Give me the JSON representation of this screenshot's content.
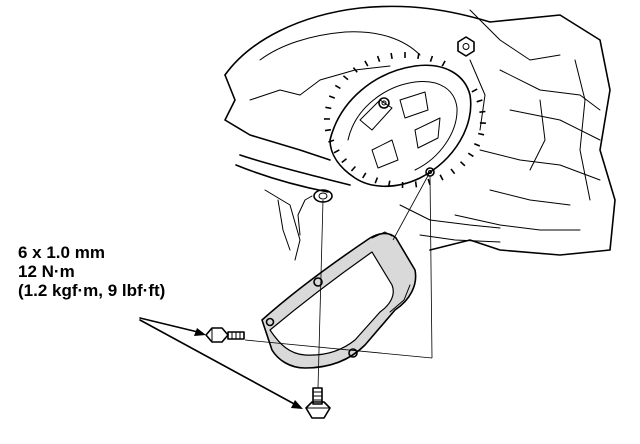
{
  "spec": {
    "size": "6 x 1.0 mm",
    "torque_nm": "12 N·m",
    "torque_alt": "(1.2 kgf·m, 9 lbf·ft)"
  },
  "colors": {
    "ink": "#000000",
    "paper": "#ffffff",
    "shade": "#d9d9d9"
  }
}
